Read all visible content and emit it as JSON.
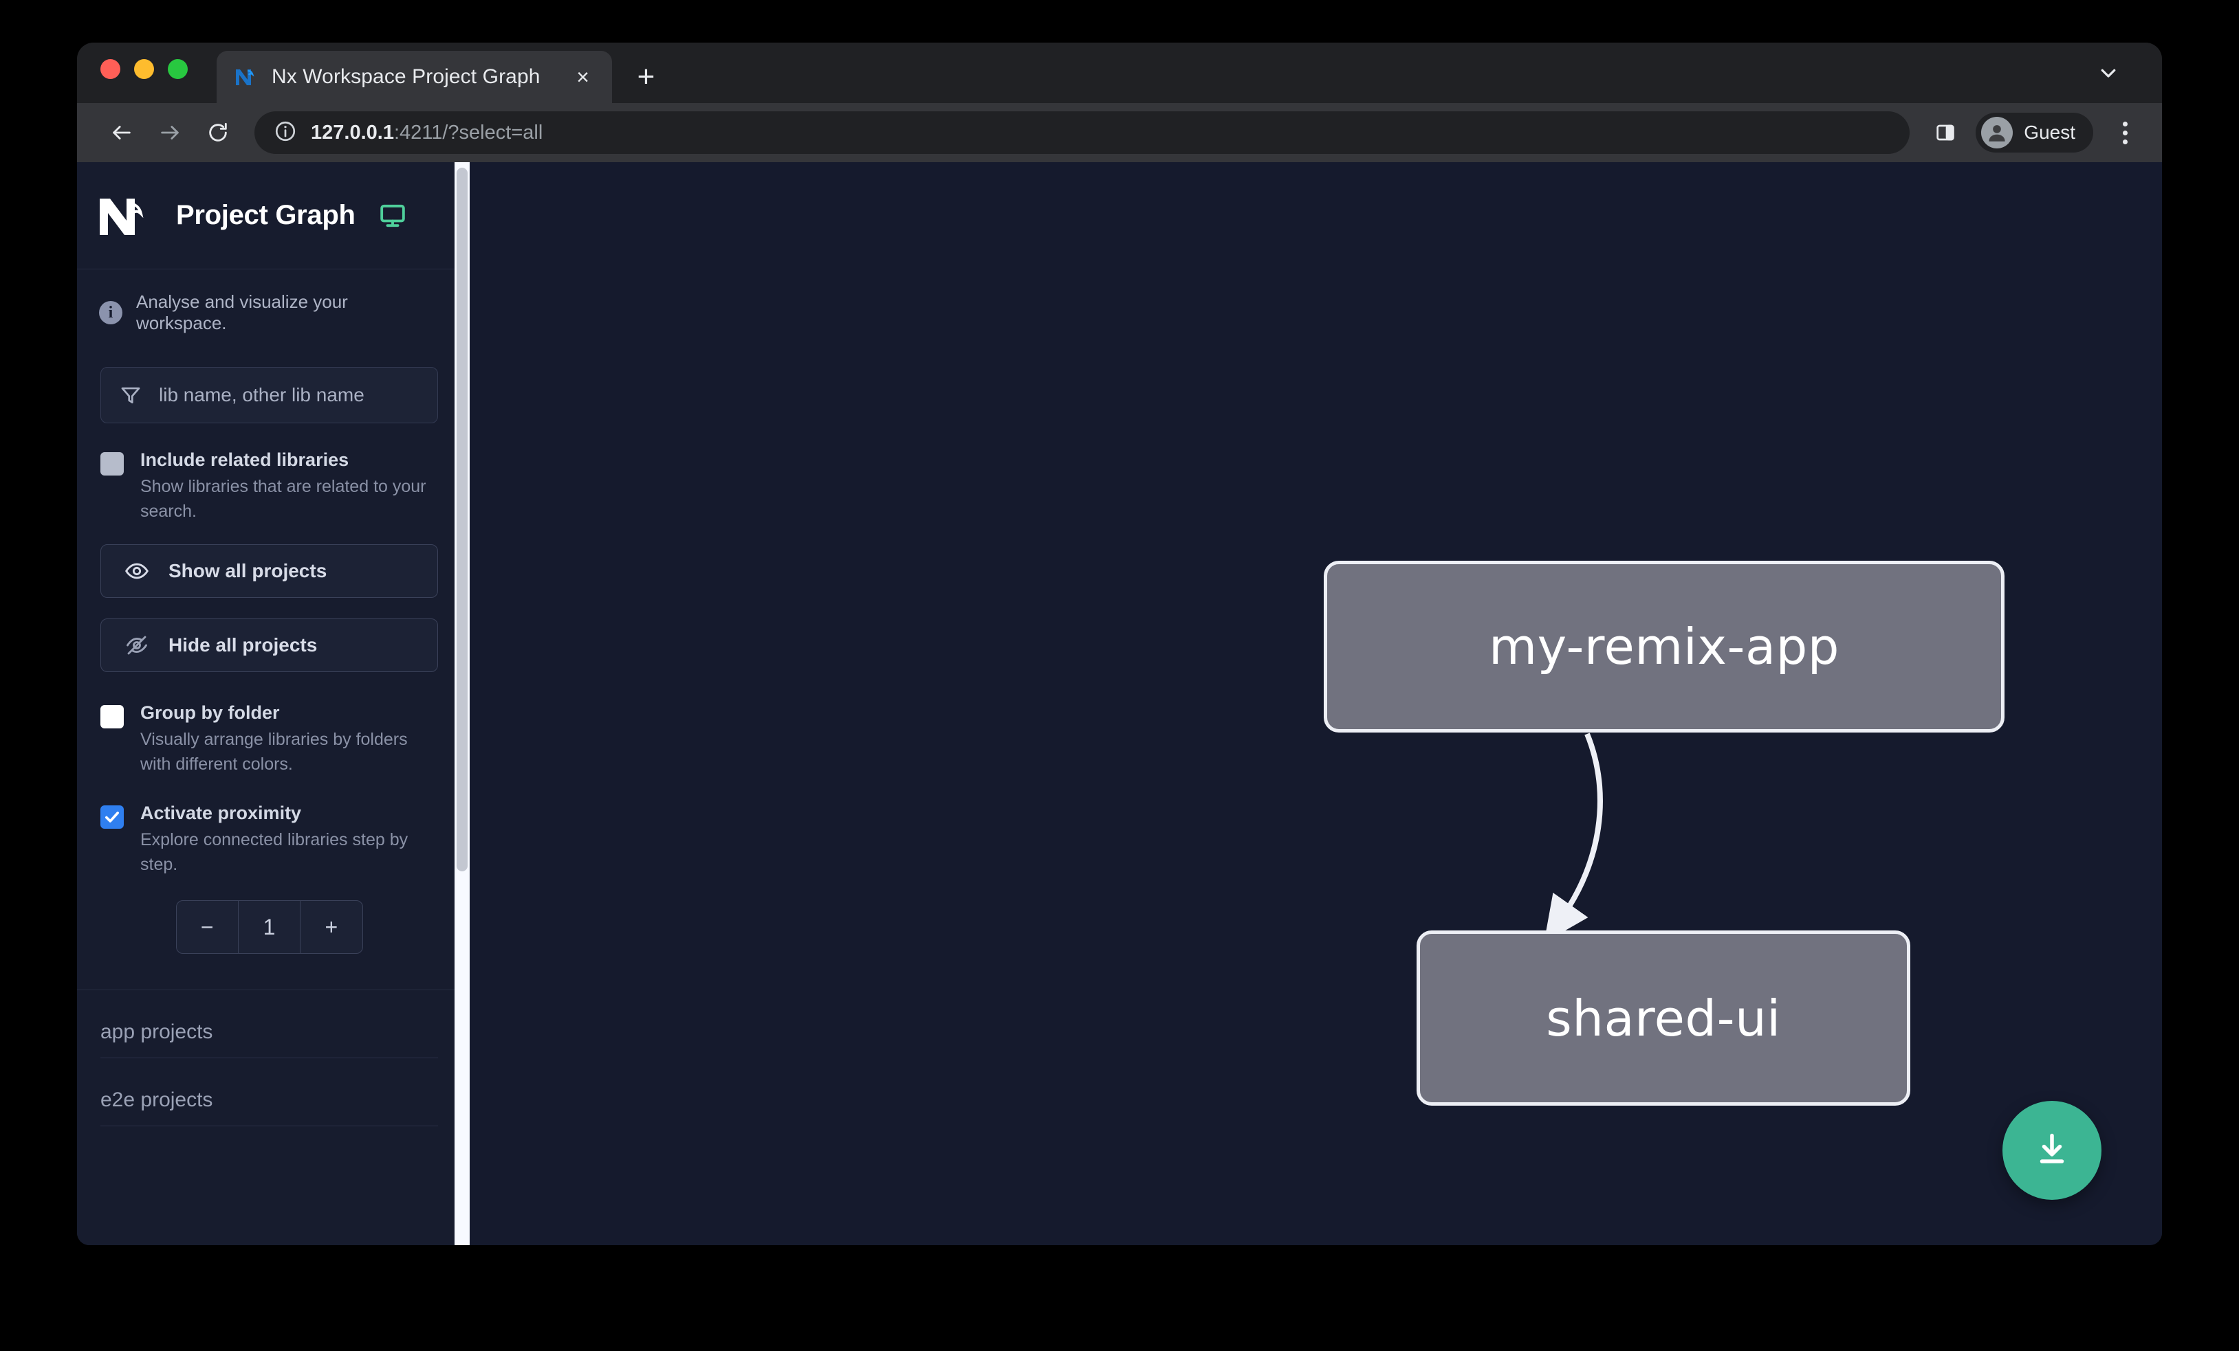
{
  "browser": {
    "tab": {
      "title": "Nx Workspace Project Graph",
      "favicon_name": "nx-favicon",
      "close_label": "×"
    },
    "new_tab_label": "+",
    "tabstrip_chevron_name": "chevron-down-icon",
    "nav": {
      "back_label": "←",
      "forward_label": "→",
      "reload_label": "↻"
    },
    "omnibox": {
      "info_icon_name": "site-info-icon",
      "url_host": "127.0.0.1",
      "url_rest": ":4211/?select=all",
      "full_url": "127.0.0.1:4211/?select=all"
    },
    "side_panel_icon_name": "side-panel-icon",
    "profile": {
      "label": "Guest",
      "avatar_name": "guest-avatar-icon"
    },
    "menu_icon_name": "three-dot-menu-icon"
  },
  "sidebar": {
    "logo_name": "nx-logo",
    "title": "Project Graph",
    "monitor_icon_name": "monitor-icon",
    "monitor_color": "#4fcf9b",
    "tagline": "Analyse and visualize your workspace.",
    "filter": {
      "icon_name": "funnel-icon",
      "placeholder": "lib name, other lib name",
      "value": ""
    },
    "options": [
      {
        "key": "include-related-libraries",
        "label": "Include related libraries",
        "description": "Show libraries that are related to your search.",
        "checked": false,
        "checkbox_style": "grey"
      },
      {
        "key": "group-by-folder",
        "label": "Group by folder",
        "description": "Visually arrange libraries by folders with different colors.",
        "checked": false,
        "checkbox_style": "white"
      },
      {
        "key": "activate-proximity",
        "label": "Activate proximity",
        "description": "Explore connected libraries step by step.",
        "checked": true,
        "checkbox_style": "blue"
      }
    ],
    "buttons": [
      {
        "key": "show-all-projects",
        "label": "Show all projects",
        "icon_name": "eye-icon"
      },
      {
        "key": "hide-all-projects",
        "label": "Hide all projects",
        "icon_name": "eye-slash-icon"
      }
    ],
    "stepper": {
      "decrement_label": "−",
      "value": "1",
      "increment_label": "+"
    },
    "project_sections": [
      {
        "key": "app-projects",
        "label": "app projects"
      },
      {
        "key": "e2e-projects",
        "label": "e2e projects"
      }
    ],
    "scrollbar": {
      "thumb_name": "sidebar-scrollbar-thumb"
    }
  },
  "graph": {
    "nodes": [
      {
        "id": "my-remix-app",
        "label": "my-remix-app",
        "type": "app"
      },
      {
        "id": "shared-ui",
        "label": "shared-ui",
        "type": "lib"
      }
    ],
    "edges": [
      {
        "from": "my-remix-app",
        "to": "shared-ui"
      }
    ],
    "node_fill": "#71727f",
    "node_border": "#edeff5",
    "background": "#151a2d",
    "download_button": {
      "name": "download-image-button",
      "icon_name": "download-icon",
      "color": "#3cb593"
    }
  }
}
